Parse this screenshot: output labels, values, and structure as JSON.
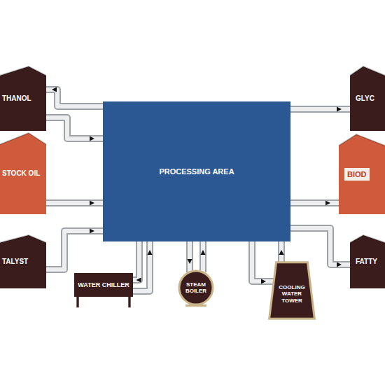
{
  "diagram": {
    "nodes": [
      {
        "text": [
          "PROCESSING AREA"
        ]
      },
      {
        "text": [
          "THANOL"
        ]
      },
      {
        "text": [
          "STOCK OIL"
        ]
      },
      {
        "text": [
          "TALYST"
        ]
      },
      {
        "text": [
          "GLYC"
        ]
      },
      {
        "text": [
          "BIOD"
        ]
      },
      {
        "text": [
          "FATTY"
        ]
      },
      {
        "text": [
          "WATER CHILLER"
        ]
      },
      {
        "text": [
          "STEAM BOILER"
        ]
      },
      {
        "text": [
          "COOLING WATER TOWER"
        ]
      }
    ],
    "edges": [
      {
        "from": 0,
        "to": 1,
        "arrow": "to"
      },
      {
        "from": 1,
        "to": 0,
        "arrow": "to"
      },
      {
        "from": 2,
        "to": 0,
        "arrow": "to"
      },
      {
        "from": 3,
        "to": 0,
        "arrow": "to"
      },
      {
        "from": 0,
        "to": 4,
        "arrow": "to"
      },
      {
        "from": 0,
        "to": 5,
        "arrow": "to"
      },
      {
        "from": 0,
        "to": 6,
        "arrow": "to"
      },
      {
        "from": 0,
        "to": 7,
        "arrow": "to"
      },
      {
        "from": 7,
        "to": 0,
        "arrow": "to"
      },
      {
        "from": 0,
        "to": 8,
        "arrow": "to"
      },
      {
        "from": 8,
        "to": 0,
        "arrow": "to"
      },
      {
        "from": 0,
        "to": 9,
        "arrow": "to"
      },
      {
        "from": 9,
        "to": 0,
        "arrow": "to"
      }
    ]
  }
}
